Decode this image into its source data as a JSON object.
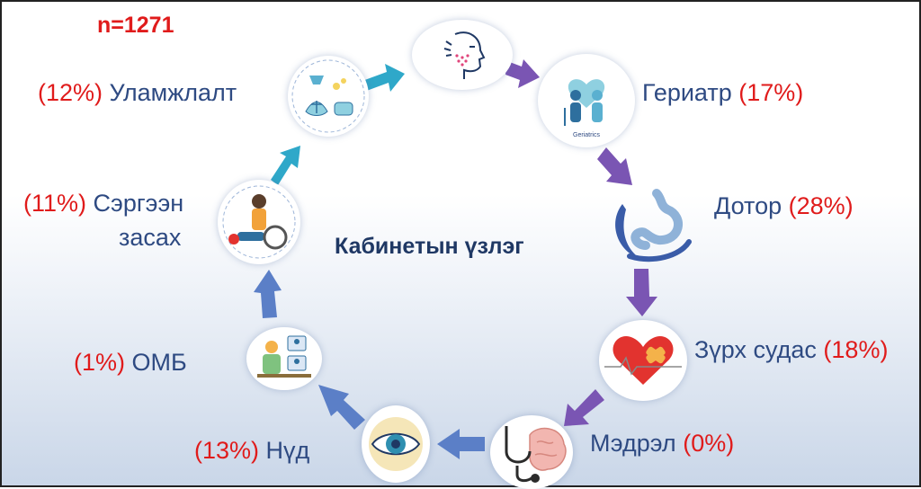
{
  "header": {
    "n_label": "n=1271"
  },
  "center_title": "Кабинетын үзлэг",
  "colors": {
    "pct": "#e01b1b",
    "label": "#2e4a82",
    "title": "#1f3864",
    "arrow_cyan": "#2fa8c9",
    "arrow_purple": "#7a55b3",
    "arrow_blue": "#5b7fc7"
  },
  "nodes": [
    {
      "id": "face",
      "icon": "face-icon",
      "pct": "",
      "name": ""
    },
    {
      "id": "geriatr",
      "icon": "geriatrics-icon",
      "icon_text": "Geriatrics",
      "pct": "(17%)",
      "name": "Гериатр"
    },
    {
      "id": "dotor",
      "icon": "stomach-icon",
      "pct": "(28%)",
      "name": "Дотор"
    },
    {
      "id": "zurkh",
      "icon": "heart-icon",
      "pct": "(18%)",
      "name": "Зүрх судас"
    },
    {
      "id": "medrel",
      "icon": "brain-stethoscope-icon",
      "pct": "(0%)",
      "name": "Мэдрэл"
    },
    {
      "id": "nud",
      "icon": "eye-icon",
      "pct": "(13%)",
      "name": "Нүд"
    },
    {
      "id": "omb",
      "icon": "team-icon",
      "pct": "(1%)",
      "name": "ОМБ"
    },
    {
      "id": "sergeen",
      "icon": "rehabilitation-icon",
      "pct": "(11%)",
      "name_line1": "Сэргээн",
      "name_line2": "засах"
    },
    {
      "id": "ulamjlalt",
      "icon": "herbal-tea-icon",
      "pct": "(12%)",
      "name": "Уламжлалт"
    }
  ]
}
